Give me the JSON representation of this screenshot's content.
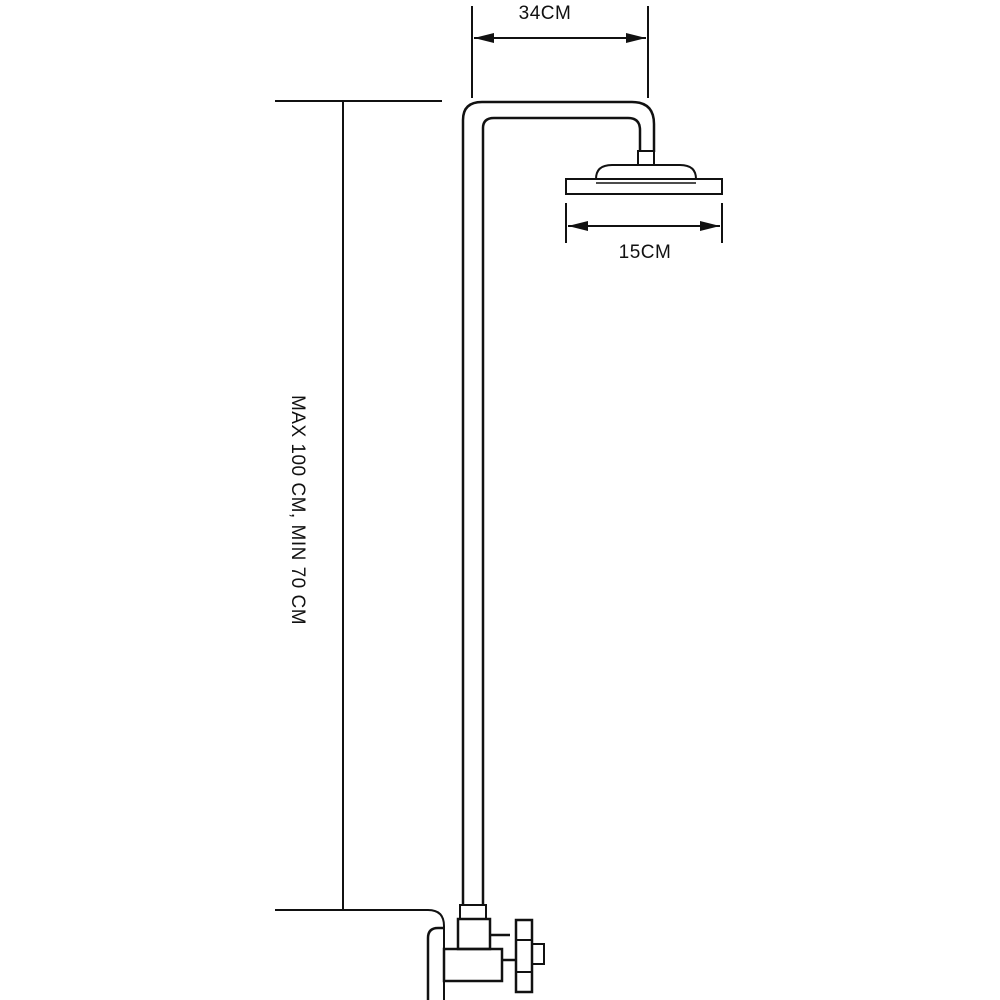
{
  "dimensions": {
    "arm_reach": "34CM",
    "head_width": "15CM",
    "height_range": "MAX 100 CM, MIN 70 CM"
  },
  "colors": {
    "line": "#111111",
    "background": "#ffffff"
  }
}
